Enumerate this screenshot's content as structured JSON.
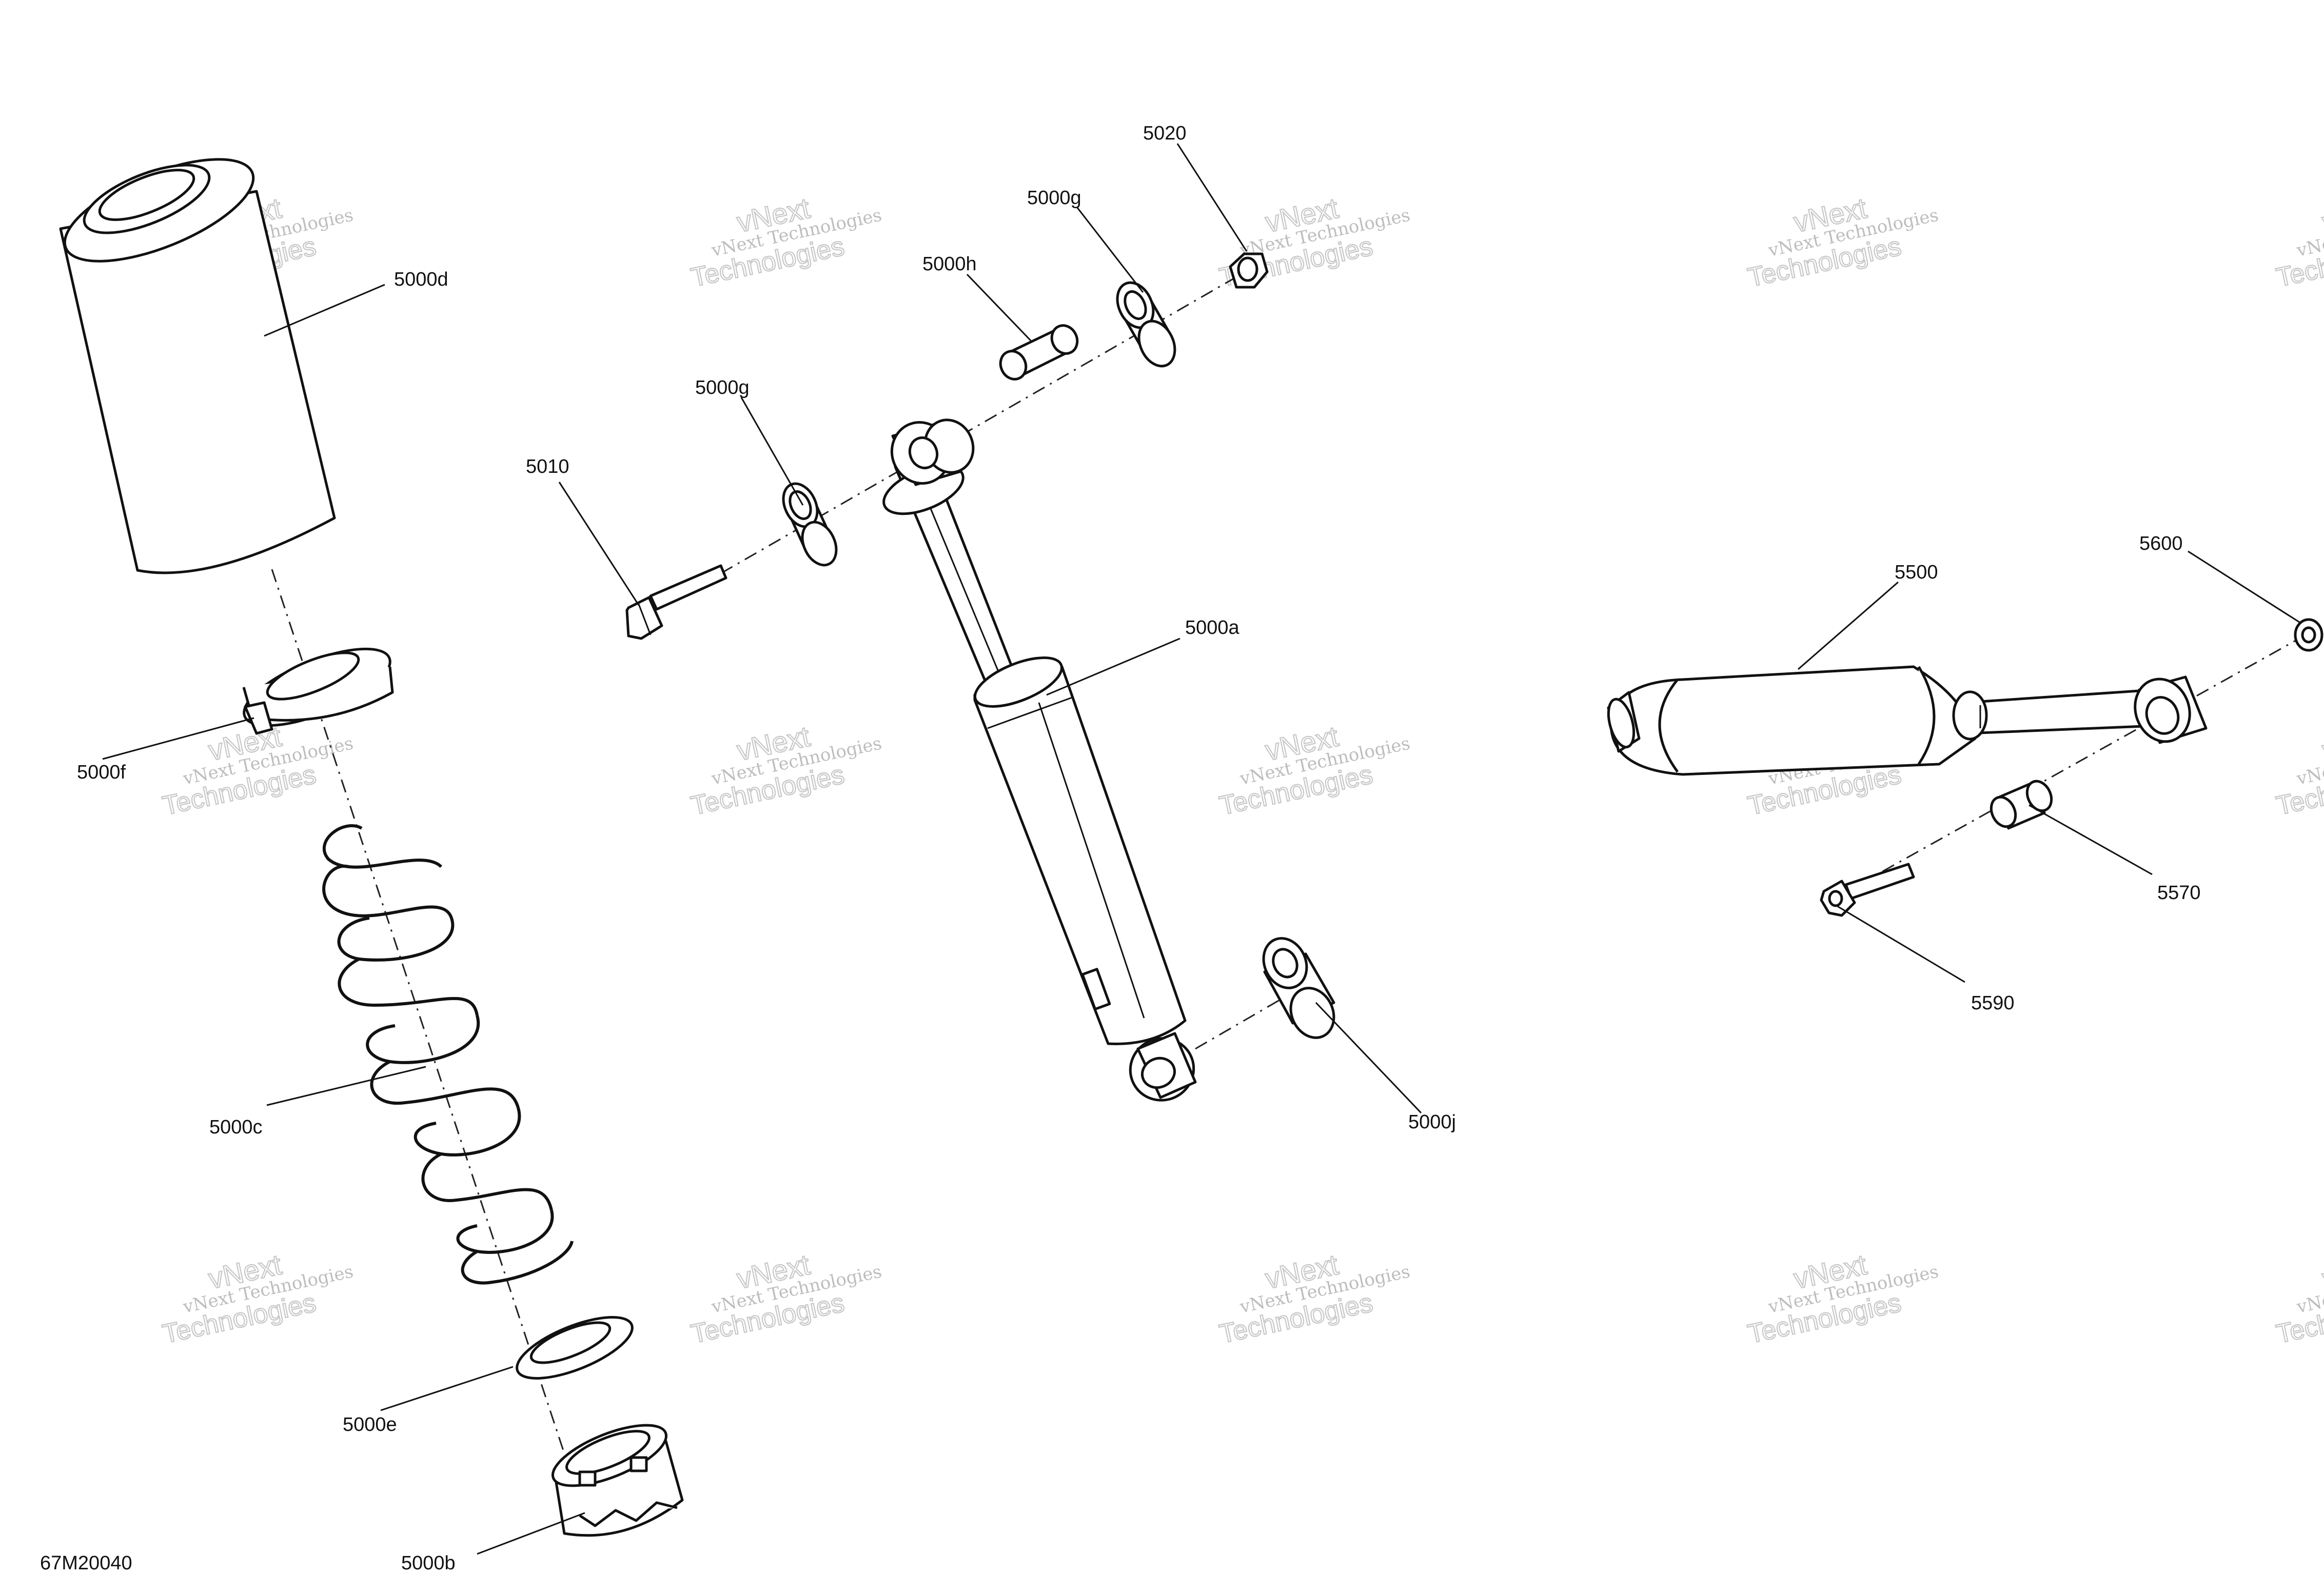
{
  "diagram_code": "67M20040",
  "watermark": {
    "line1": "vNext Technologies",
    "line2": "vNext",
    "line3": "Technologies"
  },
  "callouts": {
    "c5000d": "5000d",
    "c5000f": "5000f",
    "c5000c": "5000c",
    "c5000e": "5000e",
    "c5000b": "5000b",
    "c5010": "5010",
    "c5000g_left": "5000g",
    "c5000h": "5000h",
    "c5000g_right": "5000g",
    "c5020": "5020",
    "c5000a": "5000a",
    "c5000j": "5000j",
    "c5500": "5500",
    "c5600": "5600",
    "c5570": "5570",
    "c5590": "5590"
  }
}
